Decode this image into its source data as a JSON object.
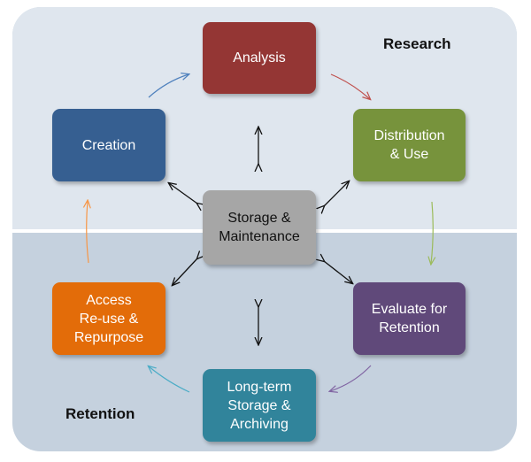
{
  "regions": {
    "research": "Research",
    "retention": "Retention"
  },
  "stages": {
    "analysis": {
      "label": "Analysis",
      "color": "#943634"
    },
    "distribution": {
      "label": "Distribution\n& Use",
      "color": "#77933c"
    },
    "evaluate": {
      "label": "Evaluate for\nRetention",
      "color": "#60497a"
    },
    "longterm": {
      "label": "Long-term\nStorage &\nArchiving",
      "color": "#31849b"
    },
    "access": {
      "label": "Access\nRe-use &\nRepurpose",
      "color": "#e36c09"
    },
    "creation": {
      "label": "Creation",
      "color": "#365f91"
    }
  },
  "center": {
    "label": "Storage &\nMaintenance",
    "color": "#a6a6a6"
  },
  "colors": {
    "panel_top": "#dfe6ee",
    "panel_bottom": "#c5d1de",
    "cycle_arrow_analysis_to_distribution": "#c0504d",
    "cycle_arrow_distribution_to_evaluate": "#9bbb59",
    "cycle_arrow_evaluate_to_longterm": "#8064a2",
    "cycle_arrow_longterm_to_access": "#4bacc6",
    "cycle_arrow_access_to_creation": "#f79646",
    "cycle_arrow_creation_to_analysis": "#4f81bd",
    "center_link_arrows": "#111111"
  }
}
